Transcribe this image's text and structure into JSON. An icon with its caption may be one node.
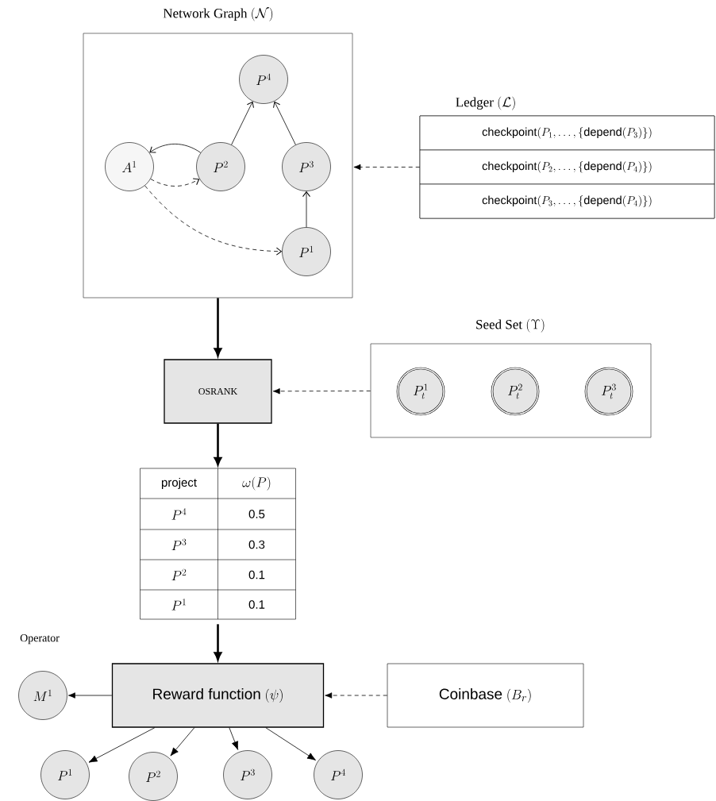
{
  "diagram": {
    "nodes": [
      {
        "text": [
          "\\textrm{Network Graph}\\ (\\mathcal{N})"
        ]
      },
      {
        "text": [
          "A^1"
        ],
        "in": 0
      },
      {
        "text": [
          "P^4"
        ],
        "in": 0
      },
      {
        "text": [
          "P^2"
        ],
        "in": 0
      },
      {
        "text": [
          "P^3"
        ],
        "in": 0
      },
      {
        "text": [
          "P^1"
        ],
        "in": 0
      },
      {
        "text": [
          "\\textrm{Ledger}\\ (\\mathcal{L})"
        ]
      },
      {
        "text": [
          "\\textsf{checkpoint}(P_1,\\ldots,\\{\\textsf{depend}(P_3)\\})"
        ],
        "in": 6
      },
      {
        "text": [
          "\\textsf{checkpoint}(P_2,\\ldots,\\{\\textsf{depend}(P_4)\\})"
        ],
        "in": 6
      },
      {
        "text": [
          "\\textsf{checkpoint}(P_3,\\ldots,\\{\\textsf{depend}(P_4)\\})"
        ],
        "in": 6
      },
      {
        "text": [
          "OSRANK"
        ]
      },
      {
        "text": [
          "\\textrm{Seed Set}\\ (\\Upsilon)"
        ]
      },
      {
        "text": [
          "P_t^1"
        ],
        "in": 11
      },
      {
        "text": [
          "P_t^2"
        ],
        "in": 11
      },
      {
        "text": [
          "P_t^3"
        ],
        "in": 11
      },
      {
        "text": [
          "project",
          "\\omega(P)",
          "P^4",
          "0.5",
          "P^3",
          "0.3",
          "P^2",
          "0.1",
          "P^1",
          "0.1"
        ]
      },
      {
        "text": [
          "\\textsf{Reward function}\\ (\\psi)"
        ]
      },
      {
        "text": [
          "\\textsf{Coinbase}\\ (B_r)"
        ]
      },
      {
        "text": [
          "M^1"
        ],
        "beside": [
          "Operator"
        ]
      },
      {
        "text": [
          "P^1"
        ]
      },
      {
        "text": [
          "P^2"
        ]
      },
      {
        "text": [
          "P^3"
        ]
      },
      {
        "text": [
          "P^4"
        ]
      }
    ],
    "edges": [
      {
        "from": 3,
        "to": 1,
        "arrow": "to"
      },
      {
        "from": 1,
        "to": 3,
        "arrow": "to",
        "style": "dashed"
      },
      {
        "from": 1,
        "to": 5,
        "arrow": "to",
        "style": "dashed"
      },
      {
        "from": 3,
        "to": 2,
        "arrow": "to"
      },
      {
        "from": 4,
        "to": 2,
        "arrow": "to"
      },
      {
        "from": 5,
        "to": 4,
        "arrow": "to"
      },
      {
        "from": 6,
        "to": 0,
        "arrow": "to",
        "style": "dashed"
      },
      {
        "from": 0,
        "to": 10,
        "arrow": "to",
        "style": "thick"
      },
      {
        "from": 11,
        "to": 10,
        "arrow": "to",
        "style": "dashed"
      },
      {
        "from": 10,
        "to": 15,
        "arrow": "to",
        "style": "thick"
      },
      {
        "from": 15,
        "to": 16,
        "arrow": "to",
        "style": "thick"
      },
      {
        "from": 17,
        "to": 16,
        "arrow": "to",
        "style": "dashed"
      },
      {
        "from": 16,
        "to": 18,
        "arrow": "to"
      },
      {
        "from": 16,
        "to": 19,
        "arrow": "to"
      },
      {
        "from": 16,
        "to": 20,
        "arrow": "to"
      },
      {
        "from": 16,
        "to": 21,
        "arrow": "to"
      },
      {
        "from": 16,
        "to": 22,
        "arrow": "to"
      }
    ]
  }
}
